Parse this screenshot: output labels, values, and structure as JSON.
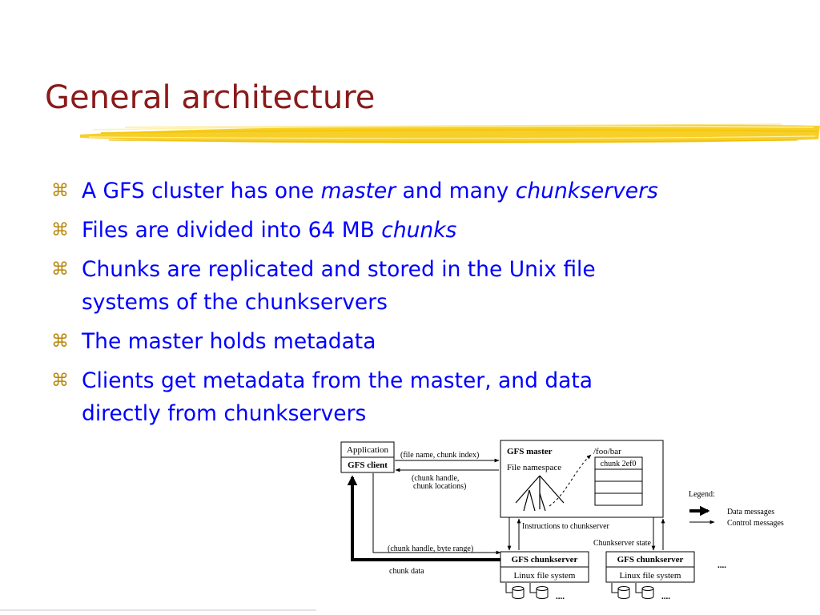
{
  "colors": {
    "title": "#8b1a1a",
    "text": "#0000ff",
    "bullet": "#b8860b",
    "underline": "#f2c200"
  },
  "title": "General architecture",
  "bullet_icon": "command-key-glyph",
  "bullets": [
    {
      "lines": [
        {
          "segments": [
            {
              "text": "A GFS cluster has one ",
              "italic": false
            },
            {
              "text": "master",
              "italic": true
            },
            {
              "text": " and many ",
              "italic": false
            },
            {
              "text": "chunkservers",
              "italic": true
            }
          ]
        }
      ]
    },
    {
      "lines": [
        {
          "segments": [
            {
              "text": "Files are divided into 64 MB ",
              "italic": false
            },
            {
              "text": "chunks",
              "italic": true
            }
          ]
        }
      ]
    },
    {
      "lines": [
        {
          "segments": [
            {
              "text": "Chunks are replicated and stored in the Unix file",
              "italic": false
            }
          ]
        },
        {
          "segments": [
            {
              "text": "systems of the chunkservers",
              "italic": false
            }
          ]
        }
      ]
    },
    {
      "lines": [
        {
          "segments": [
            {
              "text": "The master holds metadata",
              "italic": false
            }
          ]
        }
      ]
    },
    {
      "lines": [
        {
          "segments": [
            {
              "text": "Clients get metadata from the master, and data",
              "italic": false
            }
          ]
        },
        {
          "segments": [
            {
              "text": "directly from chunkservers",
              "italic": false
            }
          ]
        }
      ]
    }
  ],
  "diagram": {
    "application": "Application",
    "gfs_client": "GFS client",
    "request_label": "(file name, chunk index)",
    "reply_label_1": "(chunk handle,",
    "reply_label_2": "chunk locations)",
    "gfs_master": "GFS master",
    "file_namespace": "File namespace",
    "path": "/foo/bar",
    "chunk": "chunk 2ef0",
    "instructions": "Instructions to chunkserver",
    "chunkserver_state": "Chunkserver state",
    "byte_range": "(chunk handle, byte range)",
    "chunk_data": "chunk data",
    "chunkserver": "GFS chunkserver",
    "linux_fs": "Linux file system",
    "ellipsis": "....",
    "legend_title": "Legend:",
    "legend_data": "Data messages",
    "legend_control": "Control messages"
  }
}
